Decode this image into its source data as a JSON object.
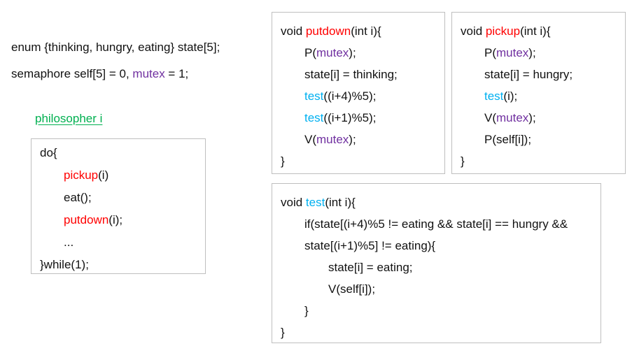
{
  "colors": {
    "black": "#111111",
    "red": "#ff0000",
    "purple": "#7030a0",
    "cyan": "#00b0f0",
    "green": "#00b050",
    "box_border": "#bfbfbf"
  },
  "declarations": {
    "line1": [
      {
        "indent": 0,
        "segments": [
          {
            "t": "enum {thinking, hungry, eating} state[5];"
          }
        ]
      }
    ],
    "line2": [
      {
        "indent": 0,
        "segments": [
          {
            "t": "semaphore self[5] = 0, "
          },
          {
            "t": "mutex",
            "c": "purple"
          },
          {
            "t": " = 1;"
          }
        ]
      }
    ]
  },
  "philosopher": {
    "label": "philosopher i"
  },
  "boxes": {
    "loop": {
      "lines": [
        {
          "indent": 0,
          "segments": [
            {
              "t": "do{"
            }
          ]
        },
        {
          "indent": 1,
          "segments": [
            {
              "t": "pickup",
              "c": "red"
            },
            {
              "t": "(i)"
            }
          ]
        },
        {
          "indent": 1,
          "segments": [
            {
              "t": "eat();"
            }
          ]
        },
        {
          "indent": 1,
          "segments": [
            {
              "t": "putdown",
              "c": "red"
            },
            {
              "t": "(i);"
            }
          ]
        },
        {
          "indent": 1,
          "segments": [
            {
              "t": "..."
            }
          ]
        },
        {
          "indent": 0,
          "segments": [
            {
              "t": "}while(1);"
            }
          ]
        }
      ]
    },
    "putdown": {
      "lines": [
        {
          "indent": 0,
          "segments": [
            {
              "t": "void "
            },
            {
              "t": "putdown",
              "c": "red"
            },
            {
              "t": "(int i){"
            }
          ]
        },
        {
          "indent": 1,
          "segments": [
            {
              "t": "P("
            },
            {
              "t": "mutex",
              "c": "purple"
            },
            {
              "t": ");"
            }
          ]
        },
        {
          "indent": 1,
          "segments": [
            {
              "t": "state[i] = thinking;"
            }
          ]
        },
        {
          "indent": 1,
          "segments": [
            {
              "t": "test",
              "c": "cyan"
            },
            {
              "t": "((i+4)%5);"
            }
          ]
        },
        {
          "indent": 1,
          "segments": [
            {
              "t": "test",
              "c": "cyan"
            },
            {
              "t": "((i+1)%5);"
            }
          ]
        },
        {
          "indent": 1,
          "segments": [
            {
              "t": "V("
            },
            {
              "t": "mutex",
              "c": "purple"
            },
            {
              "t": ");"
            }
          ]
        },
        {
          "indent": 0,
          "segments": [
            {
              "t": "}"
            }
          ]
        }
      ]
    },
    "pickup": {
      "lines": [
        {
          "indent": 0,
          "segments": [
            {
              "t": "void "
            },
            {
              "t": "pickup",
              "c": "red"
            },
            {
              "t": "(int i){"
            }
          ]
        },
        {
          "indent": 1,
          "segments": [
            {
              "t": "P("
            },
            {
              "t": "mutex",
              "c": "purple"
            },
            {
              "t": ");"
            }
          ]
        },
        {
          "indent": 1,
          "segments": [
            {
              "t": "state[i] = hungry;"
            }
          ]
        },
        {
          "indent": 1,
          "segments": [
            {
              "t": "test",
              "c": "cyan"
            },
            {
              "t": "(i);"
            }
          ]
        },
        {
          "indent": 1,
          "segments": [
            {
              "t": "V("
            },
            {
              "t": "mutex",
              "c": "purple"
            },
            {
              "t": ");"
            }
          ]
        },
        {
          "indent": 1,
          "segments": [
            {
              "t": "P(self[i]);"
            }
          ]
        },
        {
          "indent": 0,
          "segments": [
            {
              "t": "}"
            }
          ]
        }
      ]
    },
    "test": {
      "lines": [
        {
          "indent": 0,
          "segments": [
            {
              "t": "void "
            },
            {
              "t": "test",
              "c": "cyan"
            },
            {
              "t": "(int i){"
            }
          ]
        },
        {
          "indent": 1,
          "segments": [
            {
              "t": "if(state[(i+4)%5 != eating && state[i] == hungry &&"
            }
          ]
        },
        {
          "indent": 1,
          "segments": [
            {
              "t": "state[(i+1)%5] != eating){"
            }
          ]
        },
        {
          "indent": 2,
          "segments": [
            {
              "t": "state[i] = eating;"
            }
          ]
        },
        {
          "indent": 2,
          "segments": [
            {
              "t": "V(self[i]);"
            }
          ]
        },
        {
          "indent": 1,
          "segments": [
            {
              "t": "}"
            }
          ]
        },
        {
          "indent": 0,
          "segments": [
            {
              "t": "}"
            }
          ]
        }
      ]
    }
  }
}
